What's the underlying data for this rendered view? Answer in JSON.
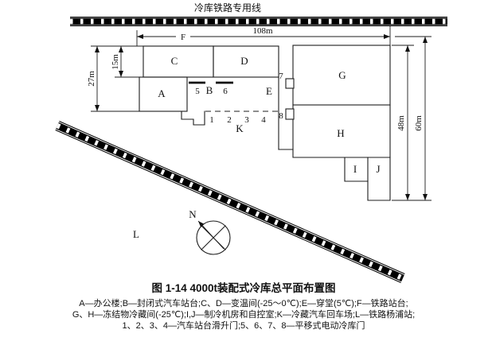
{
  "colors": {
    "ink": "#111111",
    "paper": "#ffffff"
  },
  "railway_label": "冷库铁路专用线",
  "caption": "图 1-14  4000t装配式冷库总平面布置图",
  "legend_lines": [
    "A—办公楼;B—封闭式汽车站台;C、D—变温间(-25～0℃);E—穿堂(5℃);F—铁路站台;",
    "G、H—冻结物冷藏间(-25℃);I,J—制冷机房和自控室;K—冷藏汽车回车场;L—铁路杨浦站;",
    "1、2、3、4—汽车站台滑升门;5、6、7、8—平移式电动冷库门"
  ],
  "dimensions": {
    "width_top": "108m",
    "platform": "F",
    "left_outer": "27m",
    "left_inner": "15m",
    "right_inner": "48m",
    "right_outer": "60m"
  },
  "rooms": {
    "A": "A",
    "B": "B",
    "C": "C",
    "D": "D",
    "E": "E",
    "G": "G",
    "H": "H",
    "I": "I",
    "J": "J",
    "K": "K",
    "L": "L"
  },
  "doors": {
    "n1": "1",
    "n2": "2",
    "n3": "3",
    "n4": "4",
    "n5": "5",
    "n6": "6",
    "n7": "7",
    "n8": "8"
  },
  "compass_label": "N"
}
